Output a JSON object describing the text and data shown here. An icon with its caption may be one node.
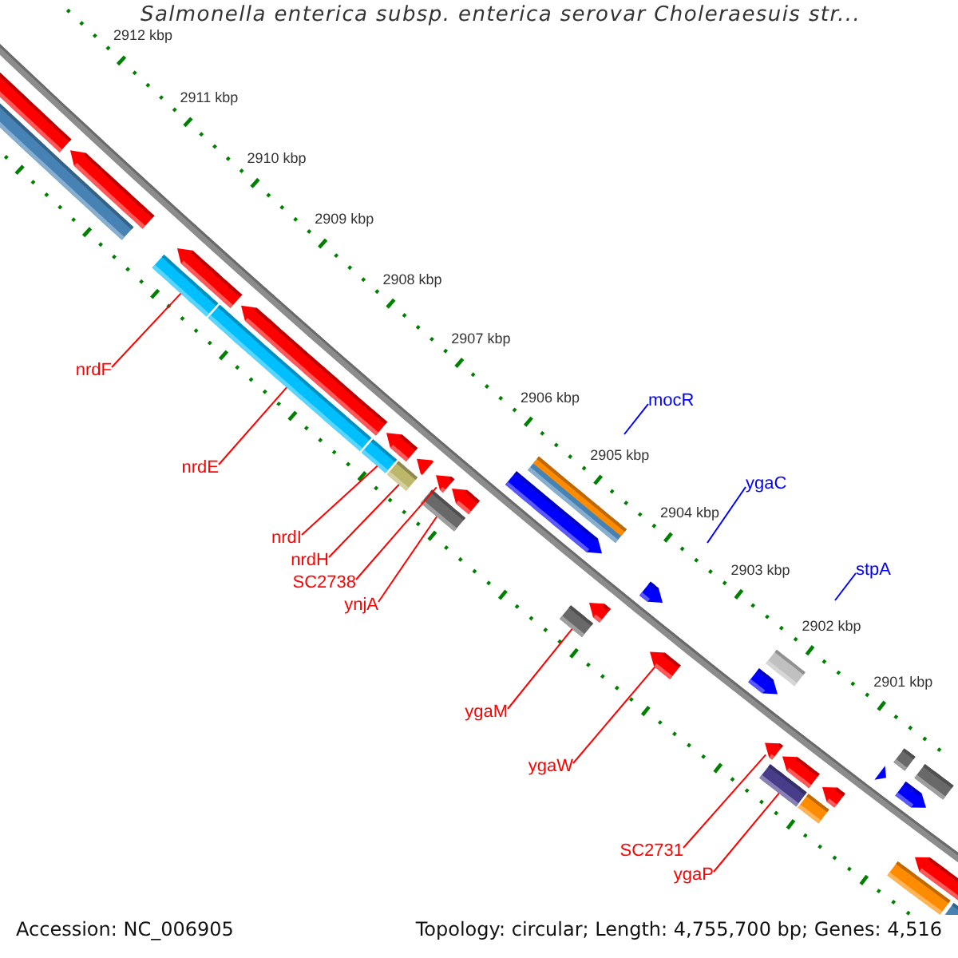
{
  "diagram": {
    "title": "Salmonella enterica subsp. enterica serovar Choleraesuis str...",
    "nodes": [
      {
        "text": [
          "nrdF"
        ]
      },
      {
        "text": [
          "mocR"
        ]
      },
      {
        "text": [
          "nrdE"
        ]
      },
      {
        "text": [
          "ygaC"
        ]
      },
      {
        "text": [
          "nrdI"
        ]
      },
      {
        "text": [
          "nrdH"
        ]
      },
      {
        "text": [
          "stpA"
        ]
      },
      {
        "text": [
          "SC2738"
        ]
      },
      {
        "text": [
          "ynjA"
        ]
      },
      {
        "text": [
          "ygaM"
        ]
      },
      {
        "text": [
          "ygaW"
        ]
      },
      {
        "text": [
          "SC2731"
        ]
      },
      {
        "text": [
          "ygaP"
        ]
      },
      {
        "text": [],
        "shape": "pentagon"
      },
      {
        "text": [],
        "shape": "bar"
      },
      {
        "text": [],
        "shape": "pentagon"
      },
      {
        "text": [],
        "shape": "bar"
      },
      {
        "text": [],
        "shape": "pentagon"
      },
      {
        "text": [],
        "shape": "bar"
      },
      {
        "text": [],
        "shape": "pentagon"
      },
      {
        "text": [],
        "shape": "bar"
      },
      {
        "text": [],
        "shape": "pentagon"
      },
      {
        "text": [],
        "shape": "bar"
      },
      {
        "text": [],
        "shape": "pentagon"
      },
      {
        "text": [],
        "shape": "bar"
      },
      {
        "text": [],
        "shape": "pentagon"
      },
      {
        "text": [],
        "shape": "pentagon"
      },
      {
        "text": [],
        "shape": "pentagon"
      },
      {
        "text": [],
        "shape": "bar"
      },
      {
        "text": [],
        "shape": "bar"
      },
      {
        "text": [],
        "shape": "pentagon"
      },
      {
        "text": [],
        "shape": "pentagon"
      },
      {
        "text": [],
        "shape": "pentagon"
      },
      {
        "text": [],
        "shape": "pentagon"
      },
      {
        "text": [],
        "shape": "pentagon"
      },
      {
        "text": [],
        "shape": "bar"
      },
      {
        "text": [],
        "shape": "bar"
      },
      {
        "text": [],
        "shape": "pentagon"
      },
      {
        "text": [],
        "shape": "bar"
      },
      {
        "text": [],
        "shape": "pentagon"
      },
      {
        "text": [],
        "shape": "pentagon"
      },
      {
        "text": [],
        "shape": "bar"
      },
      {
        "text": [],
        "shape": "bar"
      },
      {
        "text": [],
        "shape": "pentagon"
      },
      {
        "text": [],
        "shape": "pentagon"
      },
      {
        "text": [],
        "shape": "bar"
      },
      {
        "text": [],
        "shape": "bar"
      }
    ],
    "edges": [
      {
        "from": 0,
        "to": 16,
        "arrow": "none"
      },
      {
        "from": 1,
        "to": null,
        "arrow": "none",
        "color": "#0000ff"
      },
      {
        "from": 2,
        "to": 18,
        "arrow": "none"
      },
      {
        "from": 3,
        "to": null,
        "arrow": "none",
        "color": "#0000ff"
      },
      {
        "from": 4,
        "to": 20,
        "arrow": "none"
      },
      {
        "from": 5,
        "to": 22,
        "arrow": "none"
      },
      {
        "from": 6,
        "to": null,
        "arrow": "none",
        "color": "#0000ff"
      },
      {
        "from": 7,
        "to": 25,
        "arrow": "none"
      },
      {
        "from": 8,
        "to": 24,
        "arrow": "none"
      },
      {
        "from": 9,
        "to": 29,
        "arrow": "none"
      },
      {
        "from": 10,
        "to": 32,
        "arrow": "none"
      },
      {
        "from": 11,
        "to": 34,
        "arrow": "none"
      },
      {
        "from": 12,
        "to": 35,
        "arrow": "none"
      }
    ],
    "labels": [
      "2912 kbp",
      "2911 kbp",
      "2910 kbp",
      "2909 kbp",
      "2908 kbp",
      "2907 kbp",
      "2906 kbp",
      "2905 kbp",
      "2904 kbp",
      "2903 kbp",
      "2902 kbp",
      "2901 kbp",
      "Accession: NC_006905",
      "Topology: circular; Length: 4,755,700 bp; Genes: 4,516"
    ]
  }
}
